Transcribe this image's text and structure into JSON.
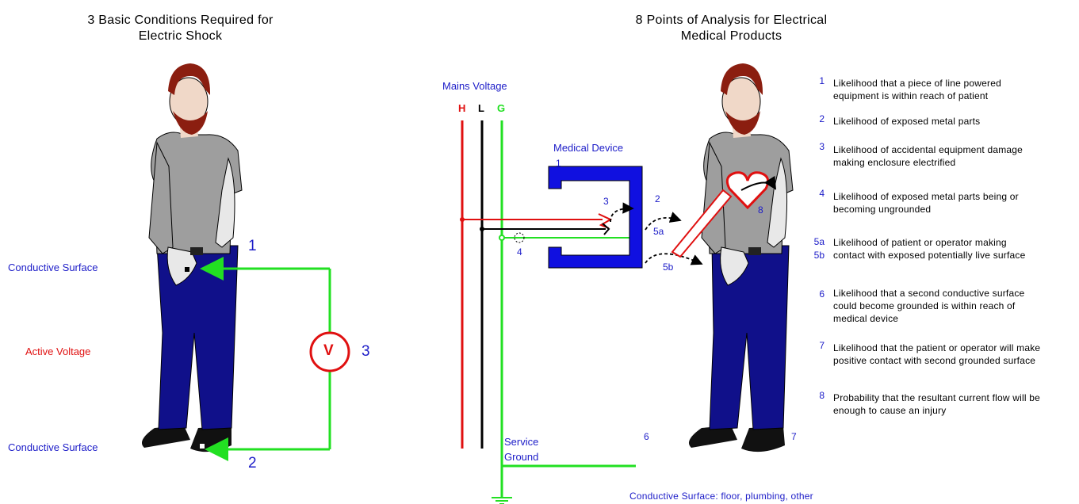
{
  "left_panel": {
    "title_line1": "3 Basic Conditions Required for",
    "title_line2": "Electric Shock",
    "label_top": "Conductive Surface",
    "label_middle": "Active Voltage",
    "label_bottom": "Conductive Surface",
    "num_1": "1",
    "num_2": "2",
    "num_3": "3",
    "meter_symbol": "V"
  },
  "right_panel": {
    "title_line1": "8 Points of Analysis for Electrical",
    "title_line2": "Medical Products",
    "mains_voltage": "Mains Voltage",
    "wire_h": "H",
    "wire_l": "L",
    "wire_g": "G",
    "medical_device": "Medical Device",
    "service_ground_1": "Service",
    "service_ground_2": "Ground",
    "floor_label": "Conductive Surface: floor, plumbing, other",
    "markers": {
      "m1": "1",
      "m2": "2",
      "m3": "3",
      "m4": "4",
      "m5a": "5a",
      "m5b": "5b",
      "m6": "6",
      "m7": "7",
      "m8": "8"
    }
  },
  "analysis_points": [
    {
      "num": "1",
      "text": "Likelihood that a piece of line powered equipment is within reach of patient"
    },
    {
      "num": "2",
      "text": "Likelihood of exposed metal parts"
    },
    {
      "num": "3",
      "text": "Likelihood of accidental equipment damage making enclosure electrified"
    },
    {
      "num": "4",
      "text": "Likelihood of exposed metal parts being or becoming ungrounded"
    },
    {
      "num": "5a",
      "text": "Likelihood of patient or operator making"
    },
    {
      "num": "5b",
      "text": "contact with exposed potentially live surface"
    },
    {
      "num": "6",
      "text": "Likelihood that a second conductive surface could become grounded is within reach of medical device"
    },
    {
      "num": "7",
      "text": "Likelihood that the patient or operator will make positive contact with second grounded surface"
    },
    {
      "num": "8",
      "text": "Probability that the resultant current flow will be enough to cause an injury"
    }
  ],
  "colors": {
    "hot": "#e01010",
    "line": "#000000",
    "ground": "#22e022",
    "device": "#1010e0",
    "label_blue": "#1c1cc8",
    "shirt": "#9e9e9e",
    "jeans": "#10108a",
    "hair": "#8b1e10",
    "skin": "#f0d8c8"
  }
}
